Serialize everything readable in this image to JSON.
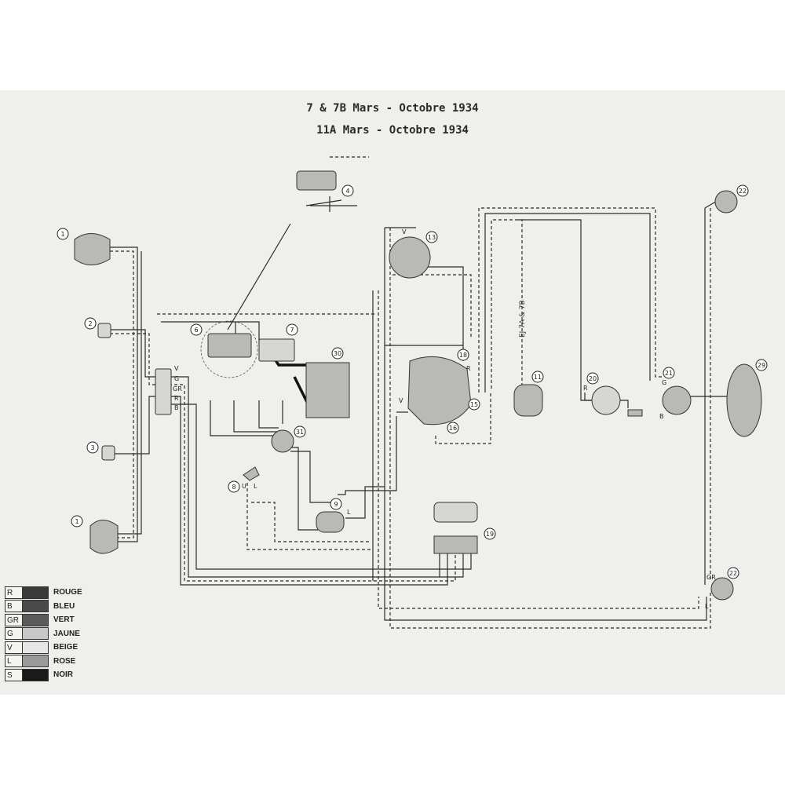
{
  "titles": {
    "line1": "7 & 7B Mars - Octobre 1934",
    "line2": "11A Mars - Octobre 1934"
  },
  "side_text": "EJ 7A & 7B",
  "components": [
    {
      "id": "1a",
      "label": "1"
    },
    {
      "id": "2",
      "label": "2"
    },
    {
      "id": "3",
      "label": "3"
    },
    {
      "id": "1b",
      "label": "1"
    },
    {
      "id": "4",
      "label": "4"
    },
    {
      "id": "6",
      "label": "6"
    },
    {
      "id": "7",
      "label": "7"
    },
    {
      "id": "8",
      "label": "8"
    },
    {
      "id": "9",
      "label": "9"
    },
    {
      "id": "11",
      "label": "11"
    },
    {
      "id": "13",
      "label": "13"
    },
    {
      "id": "15",
      "label": "15"
    },
    {
      "id": "16",
      "label": "16"
    },
    {
      "id": "18",
      "label": "18"
    },
    {
      "id": "19",
      "label": "19"
    },
    {
      "id": "20",
      "label": "20"
    },
    {
      "id": "21",
      "label": "21"
    },
    {
      "id": "22a",
      "label": "22"
    },
    {
      "id": "22b",
      "label": "22"
    },
    {
      "id": "29",
      "label": "29"
    },
    {
      "id": "30",
      "label": "30"
    },
    {
      "id": "31",
      "label": "31"
    }
  ],
  "wire_letters": {
    "junction": [
      "V",
      "G",
      "GR",
      "R",
      "B"
    ],
    "c13": "V",
    "c18": "R",
    "c15v": "V",
    "c20": "R",
    "c21g": "G",
    "c21b": "B",
    "c22gr": "GR",
    "c22l": "L",
    "c9": "L",
    "c8u": "U",
    "c8l": "L"
  },
  "legend": [
    {
      "code": "R",
      "name": "ROUGE",
      "color": "#3a3a3a"
    },
    {
      "code": "B",
      "name": "BLEU",
      "color": "#4a4a4a"
    },
    {
      "code": "GR",
      "name": "VERT",
      "color": "#5a5a5a"
    },
    {
      "code": "G",
      "name": "JAUNE",
      "color": "#c8c8c8"
    },
    {
      "code": "V",
      "name": "BEIGE",
      "color": "#e6e6e6"
    },
    {
      "code": "L",
      "name": "ROSE",
      "color": "#9a9a9a"
    },
    {
      "code": "S",
      "name": "NOIR",
      "color": "#1a1a1a"
    }
  ]
}
